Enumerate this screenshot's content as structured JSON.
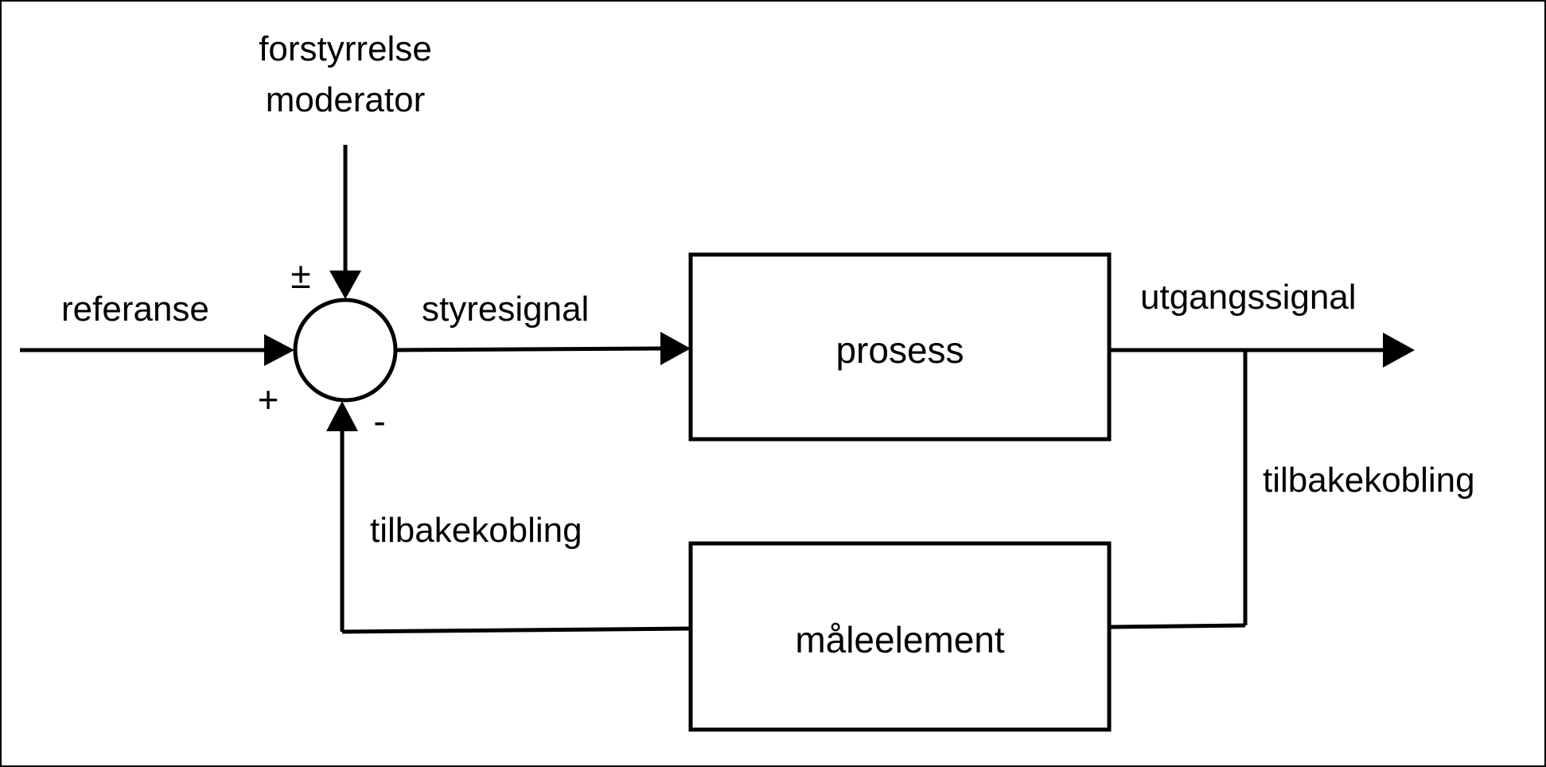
{
  "diagram": {
    "labels": {
      "disturbance_line1": "forstyrrelse",
      "disturbance_line2": "moderator",
      "reference": "referanse",
      "control_signal": "styresignal",
      "output_signal": "utgangssignal",
      "feedback_right": "tilbakekobling",
      "feedback_left": "tilbakekobling"
    },
    "blocks": {
      "process": "prosess",
      "measurement": "måleelement"
    },
    "summing_junction": {
      "sign_top": "±",
      "sign_left": "+",
      "sign_bottom": "-"
    },
    "colors": {
      "stroke": "#000000",
      "background": "#ffffff"
    }
  }
}
